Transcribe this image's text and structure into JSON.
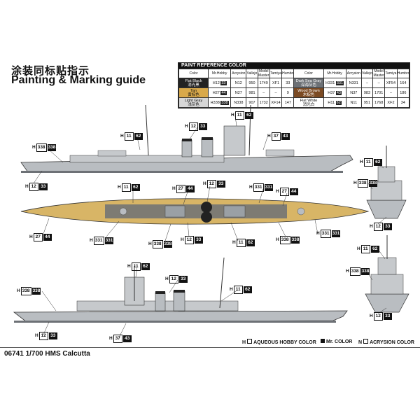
{
  "titles": {
    "cn": "涂装同标贴指示",
    "en": "Painting & Marking guide"
  },
  "paint_ref": {
    "title": "PAINT  REFERENCE COLOR",
    "headers": [
      "Color",
      "Mr.Hobby",
      "Acrysion",
      "Vallejo",
      "Model Master",
      "Tamiya",
      "Humbrol"
    ],
    "left": [
      {
        "color": "Flat Black",
        "cn": "消光黑",
        "hobby_h": "12",
        "hobby_c": "33",
        "acry": "12",
        "vallejo": "950",
        "mm": "1749",
        "tamiya": "XF1",
        "humbrol": "33",
        "bg": "#222222",
        "fg": "#ffffff"
      },
      {
        "color": "Tan",
        "cn": "黄棕色",
        "hobby_h": "27",
        "hobby_c": "44",
        "acry": "27",
        "vallejo": "981",
        "mm": "–",
        "tamiya": "–",
        "humbrol": "9",
        "bg": "#d9a94a",
        "fg": "#111111"
      },
      {
        "color": "Light Gray",
        "cn": "浅灰色",
        "hobby_h": "338",
        "hobby_c": "338",
        "acry": "338",
        "vallejo": "907",
        "mm": "1732",
        "tamiya": "XF14",
        "humbrol": "147",
        "bg": "#d7d7d7",
        "fg": "#111111"
      }
    ],
    "right": [
      {
        "color": "Dark Sea Gray",
        "cn": "深海灰色",
        "hobby_h": "331",
        "hobby_c": "331",
        "acry": "331",
        "vallejo": "–",
        "mm": "–",
        "tamiya": "XF54",
        "humbrol": "164",
        "bg": "#6d7176",
        "fg": "#ffffff"
      },
      {
        "color": "Wood Brown",
        "cn": "木棕色",
        "hobby_h": "37",
        "hobby_c": "43",
        "acry": "37",
        "vallejo": "983",
        "mm": "1701",
        "tamiya": "–",
        "humbrol": "186",
        "bg": "#7b4a23",
        "fg": "#ffffff"
      },
      {
        "color": "Flat White",
        "cn": "消光白",
        "hobby_h": "11",
        "hobby_c": "62",
        "acry": "11",
        "vallejo": "951",
        "mm": "1768",
        "tamiya": "XF2",
        "humbrol": "34",
        "bg": "#ffffff",
        "fg": "#111111"
      }
    ]
  },
  "callouts": {
    "c1": {
      "h": "12",
      "c": "33"
    },
    "c2": {
      "h": "11",
      "c": "62"
    },
    "c3": {
      "h": "37",
      "c": "43"
    },
    "c4": {
      "h": "27",
      "c": "44"
    },
    "c5": {
      "h": "331",
      "c": "331"
    },
    "c6": {
      "h": "338",
      "c": "338"
    }
  },
  "legend": {
    "hobby": "AQUEOUS HOBBY COLOR",
    "mr": "Mr. COLOR",
    "acry": "ACRYSION COLOR",
    "h_prefix": "H",
    "n_prefix": "N"
  },
  "product": "06741 1/700 HMS Calcutta",
  "colors": {
    "hull": "#b9bdc1",
    "deck": "#d8b566",
    "dark": "#6d7176",
    "black": "#222222"
  }
}
